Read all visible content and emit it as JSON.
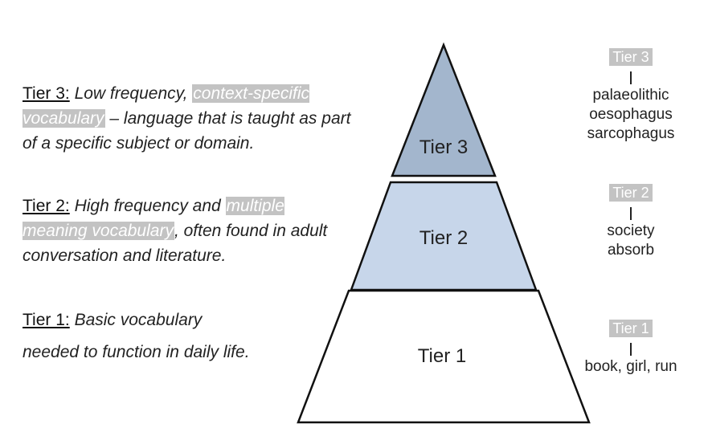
{
  "descriptions": {
    "tier3": {
      "heading": "Tier 3:",
      "text_a": " Low frequency, ",
      "highlight": "context-specific vocabulary",
      "text_b": " – language that is taught as part of a specific subject or domain."
    },
    "tier2": {
      "heading": "Tier 2:",
      "text_a": " High frequency and ",
      "highlight": "multiple meaning vocabulary",
      "text_b": ", often found in adult conversation and literature."
    },
    "tier1": {
      "heading": "Tier 1:",
      "line1": " Basic vocabulary",
      "line2": "needed to function in daily life."
    }
  },
  "pyramid": {
    "tier3_label": "Tier 3",
    "tier2_label": "Tier 2",
    "tier1_label": "Tier 1",
    "colors": {
      "tier3": "#a3b6cd",
      "tier2": "#c7d6ea",
      "tier1": "#ffffff",
      "outline": "#111111"
    }
  },
  "examples": {
    "tier3": {
      "badge": "Tier 3",
      "words": [
        "palaeolithic",
        "oesophagus",
        "sarcophagus"
      ]
    },
    "tier2": {
      "badge": "Tier 2",
      "words": [
        "society",
        "absorb"
      ]
    },
    "tier1": {
      "badge": "Tier 1",
      "words": [
        "book, girl, run"
      ]
    }
  }
}
